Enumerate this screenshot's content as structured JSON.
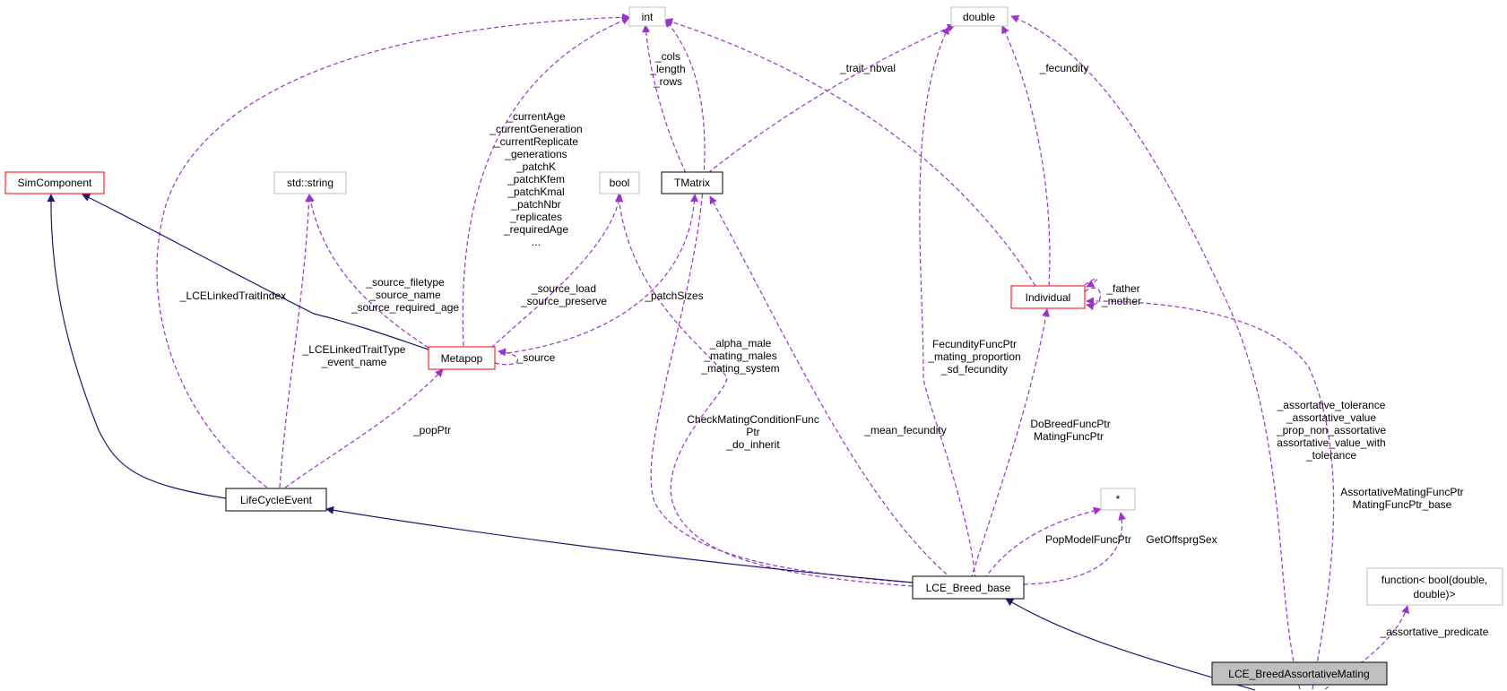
{
  "colors": {
    "inherit_edge": "#191970",
    "usage_edge": "#9a32cd",
    "node_red_border": "#ff0000",
    "node_grey_border": "#bfbfbf",
    "node_black_border": "#000000",
    "focus_fill": "#bfbfbf"
  },
  "nodes": {
    "int": "int",
    "double": "double",
    "simcomponent": "SimComponent",
    "string": "std::string",
    "bool": "bool",
    "tmatrix": "TMatrix",
    "individual": "Individual",
    "metapop": "Metapop",
    "pointer": "*",
    "function_line1": "function< bool(double,",
    "function_line2": "double)>",
    "lifecycleevent": "LifeCycleEvent",
    "lce_breed_base": "LCE_Breed_base",
    "lce_breed_assortative": "LCE_BreedAssortativeMating"
  },
  "edge_labels": {
    "tmatrix_int": [
      "_cols",
      "_length",
      "_rows"
    ],
    "tmatrix_double": [
      "_trait_nbval"
    ],
    "individual_double": [
      "_fecundity"
    ],
    "metapop_int": [
      "_currentAge",
      "_currentGeneration",
      "_currentReplicate",
      "_generations",
      "_patchK",
      "_patchKfem",
      "_patchKmal",
      "_patchNbr",
      "_replicates",
      "_requiredAge",
      "..."
    ],
    "metapop_string": [
      "_source_filetype",
      "_source_name",
      "_source_required_age"
    ],
    "metapop_bool": [
      "_source_load",
      "_source_preserve"
    ],
    "metapop_tmatrix": [
      "_patchSizes"
    ],
    "metapop_self": [
      "_source"
    ],
    "individual_self": [
      "_father",
      "_mother"
    ],
    "lce_int": [
      "_LCELinkedTraitIndex"
    ],
    "lce_string": [
      "_LCELinkedTraitType",
      "_event_name"
    ],
    "lce_metapop": [
      "_popPtr"
    ],
    "breed_int": [
      "_alpha_male",
      "_mating_males",
      "_mating_system"
    ],
    "breed_bool": [
      "CheckMatingConditionFunc",
      "Ptr",
      "_do_inherit"
    ],
    "breed_tmatrix": [
      "_mean_fecundity"
    ],
    "breed_double": [
      "FecundityFuncPtr",
      "_mating_proportion",
      "_sd_fecundity"
    ],
    "breed_individual": [
      "DoBreedFuncPtr",
      "MatingFuncPtr"
    ],
    "breed_pointer_left": [
      "PopModelFuncPtr"
    ],
    "breed_pointer_right": [
      "GetOffsprgSex"
    ],
    "assort_double": [
      "_assortative_tolerance",
      "_assortative_value",
      "_prop_non_assortative",
      "assortative_value_with",
      "_tolerance"
    ],
    "assort_individual": [
      "AssortativeMatingFuncPtr",
      "MatingFuncPtr_base"
    ],
    "assort_function": [
      "_assortative_predicate"
    ]
  }
}
